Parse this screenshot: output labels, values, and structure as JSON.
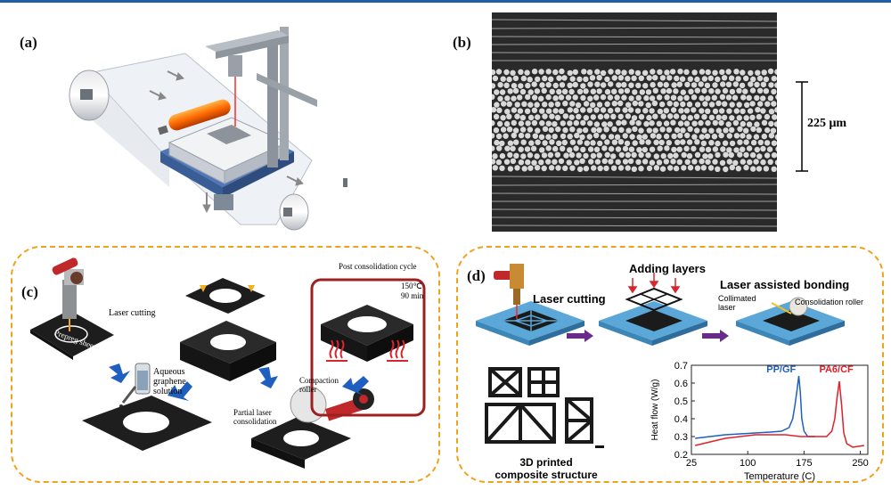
{
  "panels": {
    "a": {
      "label": "(a)"
    },
    "b": {
      "label": "(b)",
      "scale_label": "225 μm"
    },
    "c": {
      "label": "(c)",
      "laser_cutting": "Laser cutting",
      "prepreg_sheet": "Prepreg sheet",
      "aqueous_1": "Aqueous",
      "aqueous_2": "graphene",
      "aqueous_3": "solution",
      "post_cycle": "Post consolidation cycle",
      "temp": "150℃",
      "time": "90 min",
      "compaction_1": "Compaction",
      "compaction_2": "roller",
      "partial_1": "Partial laser",
      "partial_2": "consolidation",
      "laser": "Laser"
    },
    "d": {
      "label": "(d)",
      "laser_cutting": "Laser cutting",
      "adding_layers": "Adding layers",
      "laser_bonding": "Laser assisted bonding",
      "collimated_1": "Collimated",
      "collimated_2": "laser",
      "consolidation_roller": "Consolidation roller",
      "printed_1": "3D printed",
      "printed_2": "composite structure"
    }
  },
  "chart_data": {
    "type": "line",
    "xlabel": "Temperature (C)",
    "ylabel": "Heat flow (W/g)",
    "xlim": [
      25,
      260
    ],
    "ylim": [
      0.2,
      0.7
    ],
    "xticks": [
      "25",
      "100",
      "175",
      "250"
    ],
    "xtick_values": [
      25,
      100,
      175,
      250
    ],
    "yticks": [
      "0.2",
      "0.3",
      "0.4",
      "0.5",
      "0.6",
      "0.7"
    ],
    "ytick_values": [
      0.2,
      0.3,
      0.4,
      0.5,
      0.6,
      0.7
    ],
    "series": [
      {
        "name": "PP/GF",
        "color": "#1f5fbf",
        "x": [
          30,
          50,
          70,
          90,
          110,
          130,
          145,
          155,
          160,
          163,
          166,
          168,
          170,
          172,
          175,
          180,
          190
        ],
        "y": [
          0.29,
          0.3,
          0.31,
          0.315,
          0.32,
          0.325,
          0.33,
          0.35,
          0.4,
          0.48,
          0.57,
          0.64,
          0.55,
          0.4,
          0.33,
          0.3,
          0.3
        ]
      },
      {
        "name": "PA6/CF",
        "color": "#e0202a",
        "x": [
          30,
          50,
          70,
          90,
          110,
          130,
          150,
          170,
          190,
          205,
          212,
          216,
          219,
          222,
          225,
          228,
          232,
          240,
          255
        ],
        "y": [
          0.25,
          0.27,
          0.29,
          0.3,
          0.31,
          0.31,
          0.31,
          0.3,
          0.3,
          0.3,
          0.33,
          0.4,
          0.52,
          0.61,
          0.48,
          0.32,
          0.26,
          0.24,
          0.25
        ]
      }
    ]
  }
}
